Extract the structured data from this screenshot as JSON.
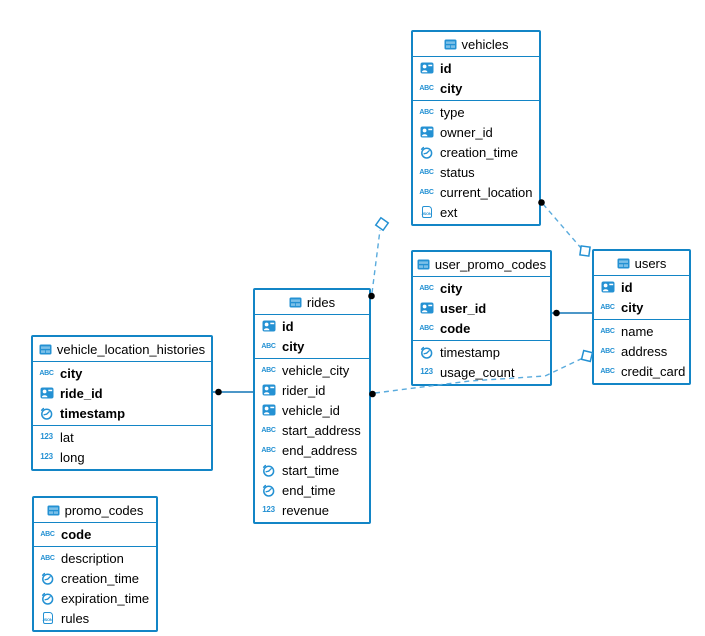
{
  "diagram": {
    "tables": [
      {
        "name": "vehicles",
        "fields": [
          {
            "label": "id",
            "type": "uuid",
            "key": true
          },
          {
            "label": "city",
            "type": "text",
            "key": true
          },
          {
            "label": "type",
            "type": "text",
            "key": false
          },
          {
            "label": "owner_id",
            "type": "uuid",
            "key": false
          },
          {
            "label": "creation_time",
            "type": "timestamp",
            "key": false
          },
          {
            "label": "status",
            "type": "text",
            "key": false
          },
          {
            "label": "current_location",
            "type": "text",
            "key": false
          },
          {
            "label": "ext",
            "type": "json",
            "key": false
          }
        ]
      },
      {
        "name": "user_promo_codes",
        "fields": [
          {
            "label": "city",
            "type": "text",
            "key": true
          },
          {
            "label": "user_id",
            "type": "uuid",
            "key": true
          },
          {
            "label": "code",
            "type": "text",
            "key": true
          },
          {
            "label": "timestamp",
            "type": "timestamp",
            "key": false
          },
          {
            "label": "usage_count",
            "type": "number",
            "key": false
          }
        ]
      },
      {
        "name": "users",
        "fields": [
          {
            "label": "id",
            "type": "uuid",
            "key": true
          },
          {
            "label": "city",
            "type": "text",
            "key": true
          },
          {
            "label": "name",
            "type": "text",
            "key": false
          },
          {
            "label": "address",
            "type": "text",
            "key": false
          },
          {
            "label": "credit_card",
            "type": "text",
            "key": false
          }
        ]
      },
      {
        "name": "rides",
        "fields": [
          {
            "label": "id",
            "type": "uuid",
            "key": true
          },
          {
            "label": "city",
            "type": "text",
            "key": true
          },
          {
            "label": "vehicle_city",
            "type": "text",
            "key": false
          },
          {
            "label": "rider_id",
            "type": "uuid",
            "key": false
          },
          {
            "label": "vehicle_id",
            "type": "uuid",
            "key": false
          },
          {
            "label": "start_address",
            "type": "text",
            "key": false
          },
          {
            "label": "end_address",
            "type": "text",
            "key": false
          },
          {
            "label": "start_time",
            "type": "timestamp",
            "key": false
          },
          {
            "label": "end_time",
            "type": "timestamp",
            "key": false
          },
          {
            "label": "revenue",
            "type": "number",
            "key": false
          }
        ]
      },
      {
        "name": "vehicle_location_histories",
        "fields": [
          {
            "label": "city",
            "type": "text",
            "key": true
          },
          {
            "label": "ride_id",
            "type": "uuid",
            "key": true
          },
          {
            "label": "timestamp",
            "type": "timestamp",
            "key": true
          },
          {
            "label": "lat",
            "type": "number",
            "key": false
          },
          {
            "label": "long",
            "type": "number",
            "key": false
          }
        ]
      },
      {
        "name": "promo_codes",
        "fields": [
          {
            "label": "code",
            "type": "text",
            "key": true
          },
          {
            "label": "description",
            "type": "text",
            "key": false
          },
          {
            "label": "creation_time",
            "type": "timestamp",
            "key": false
          },
          {
            "label": "expiration_time",
            "type": "timestamp",
            "key": false
          },
          {
            "label": "rules",
            "type": "json",
            "key": false
          }
        ]
      }
    ],
    "relations": [
      {
        "from": "rides",
        "to": "vehicles",
        "style": "dashed"
      },
      {
        "from": "vehicles",
        "to": "users",
        "style": "dashed"
      },
      {
        "from": "rides",
        "to": "users",
        "style": "dashed"
      },
      {
        "from": "user_promo_codes",
        "to": "users",
        "style": "solid"
      },
      {
        "from": "vehicle_location_histories",
        "to": "rides",
        "style": "solid"
      }
    ]
  },
  "icons": {
    "text_label": "ABC",
    "number_label": "123",
    "json_label": "JSON",
    "table_icon": "table-grid",
    "uuid_icon": "id-card",
    "timestamp_icon": "clock"
  },
  "colors": {
    "table_border": "#1385c6",
    "icon_blue": "#2491d3",
    "icon_cell": "#7cc0e8",
    "dashed_line": "#5aabdd",
    "solid_line": "#1175b5",
    "marker_dot": "#000000",
    "text": "#000000"
  }
}
